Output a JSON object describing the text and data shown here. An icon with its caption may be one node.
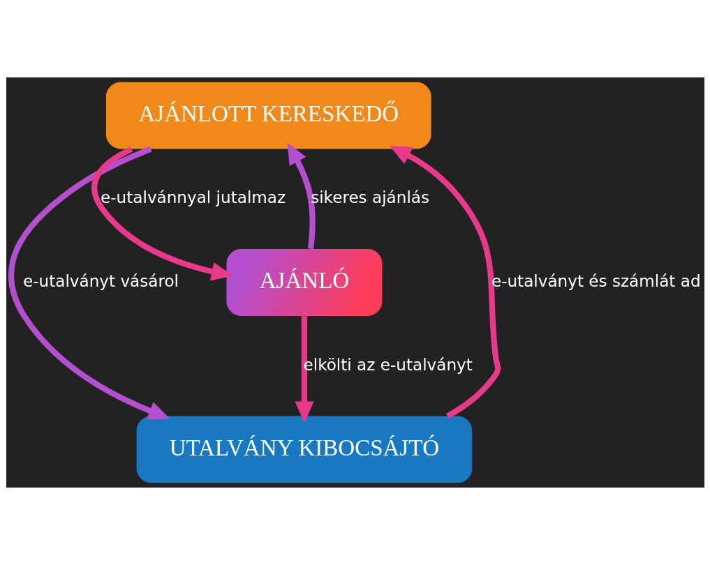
{
  "diagram": {
    "nodes": [
      {
        "text": [
          "AJÁNLOTT KERESKEDŐ"
        ]
      },
      {
        "text": [
          "UTALVÁNY KIBOCSÁJTÓ"
        ]
      },
      {
        "text": [
          "AJÁNLÓ"
        ]
      }
    ],
    "edges": [
      {
        "from": 1,
        "to": 0,
        "arrow": "to",
        "label": "e-utalványt és számlát ad"
      },
      {
        "from": 0,
        "to": 1,
        "arrow": "to",
        "label": "e-utalványt vásárol",
        "color": "#b44fd0"
      },
      {
        "from": 2,
        "to": 0,
        "arrow": "to",
        "label": "sikeres ajánlás",
        "color": "#b44fd0"
      },
      {
        "from": 0,
        "to": 2,
        "arrow": "to",
        "label": "e-utalvánnyal jutalmaz"
      },
      {
        "from": 2,
        "to": 1,
        "arrow": "to",
        "label": "elkölti az e-utalványt"
      }
    ]
  }
}
